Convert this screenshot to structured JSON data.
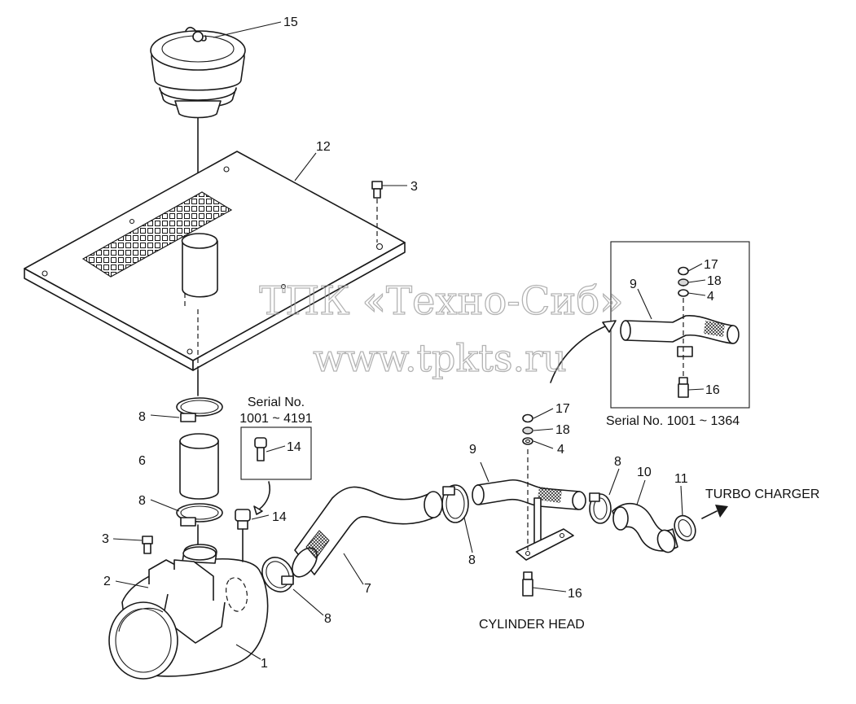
{
  "callouts": {
    "p1": "1",
    "p2": "2",
    "p3a": "3",
    "p3b": "3",
    "p4a": "4",
    "p4b": "4",
    "p6": "6",
    "p7": "7",
    "p8a": "8",
    "p8b": "8",
    "p8c": "8",
    "p8d": "8",
    "p8e": "8",
    "p9a": "9",
    "p9b": "9",
    "p10": "10",
    "p11": "11",
    "p12": "12",
    "p14a": "14",
    "p14b": "14",
    "p15": "15",
    "p16a": "16",
    "p16b": "16",
    "p17a": "17",
    "p17b": "17",
    "p18a": "18",
    "p18b": "18"
  },
  "captions": {
    "serial_left_line1": "Serial No.",
    "serial_left_line2": "1001 ~ 4191",
    "serial_right": "Serial No. 1001 ~ 1364",
    "turbo": "TURBO CHARGER",
    "cylinder": "CYLINDER HEAD"
  },
  "watermark": {
    "line1": "ТПК «Техно-Сиб»",
    "line2": "www.tpkts.ru"
  }
}
